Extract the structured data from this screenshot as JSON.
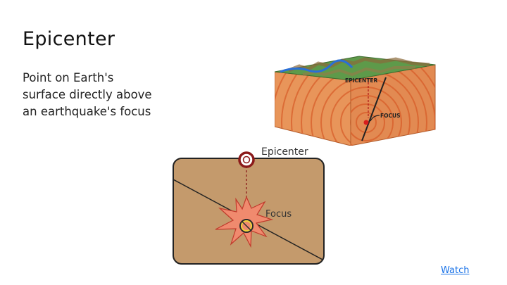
{
  "slide": {
    "title": "Epicenter",
    "body_lines": [
      "Point on Earth's",
      "surface directly above",
      "an earthquake's focus"
    ],
    "link_label": "Watch"
  },
  "block_diagram": {
    "epicenter_label": "EPICENTER",
    "focus_label": "FOCUS"
  },
  "focus_diagram": {
    "epicenter_label": "Epicenter",
    "focus_label": "Focus"
  },
  "colors": {
    "crust": "#e8955a",
    "wave_rings": "#d9622e",
    "grass": "#5e9a4a",
    "river": "#2a6fd6",
    "ground": "#c49a6c",
    "ring_marker": "#8b1a1a",
    "burst": "#f08a6e",
    "link": "#1a73e8"
  },
  "icons": [
    "epicenter-marker-icon",
    "focus-burst-icon"
  ]
}
